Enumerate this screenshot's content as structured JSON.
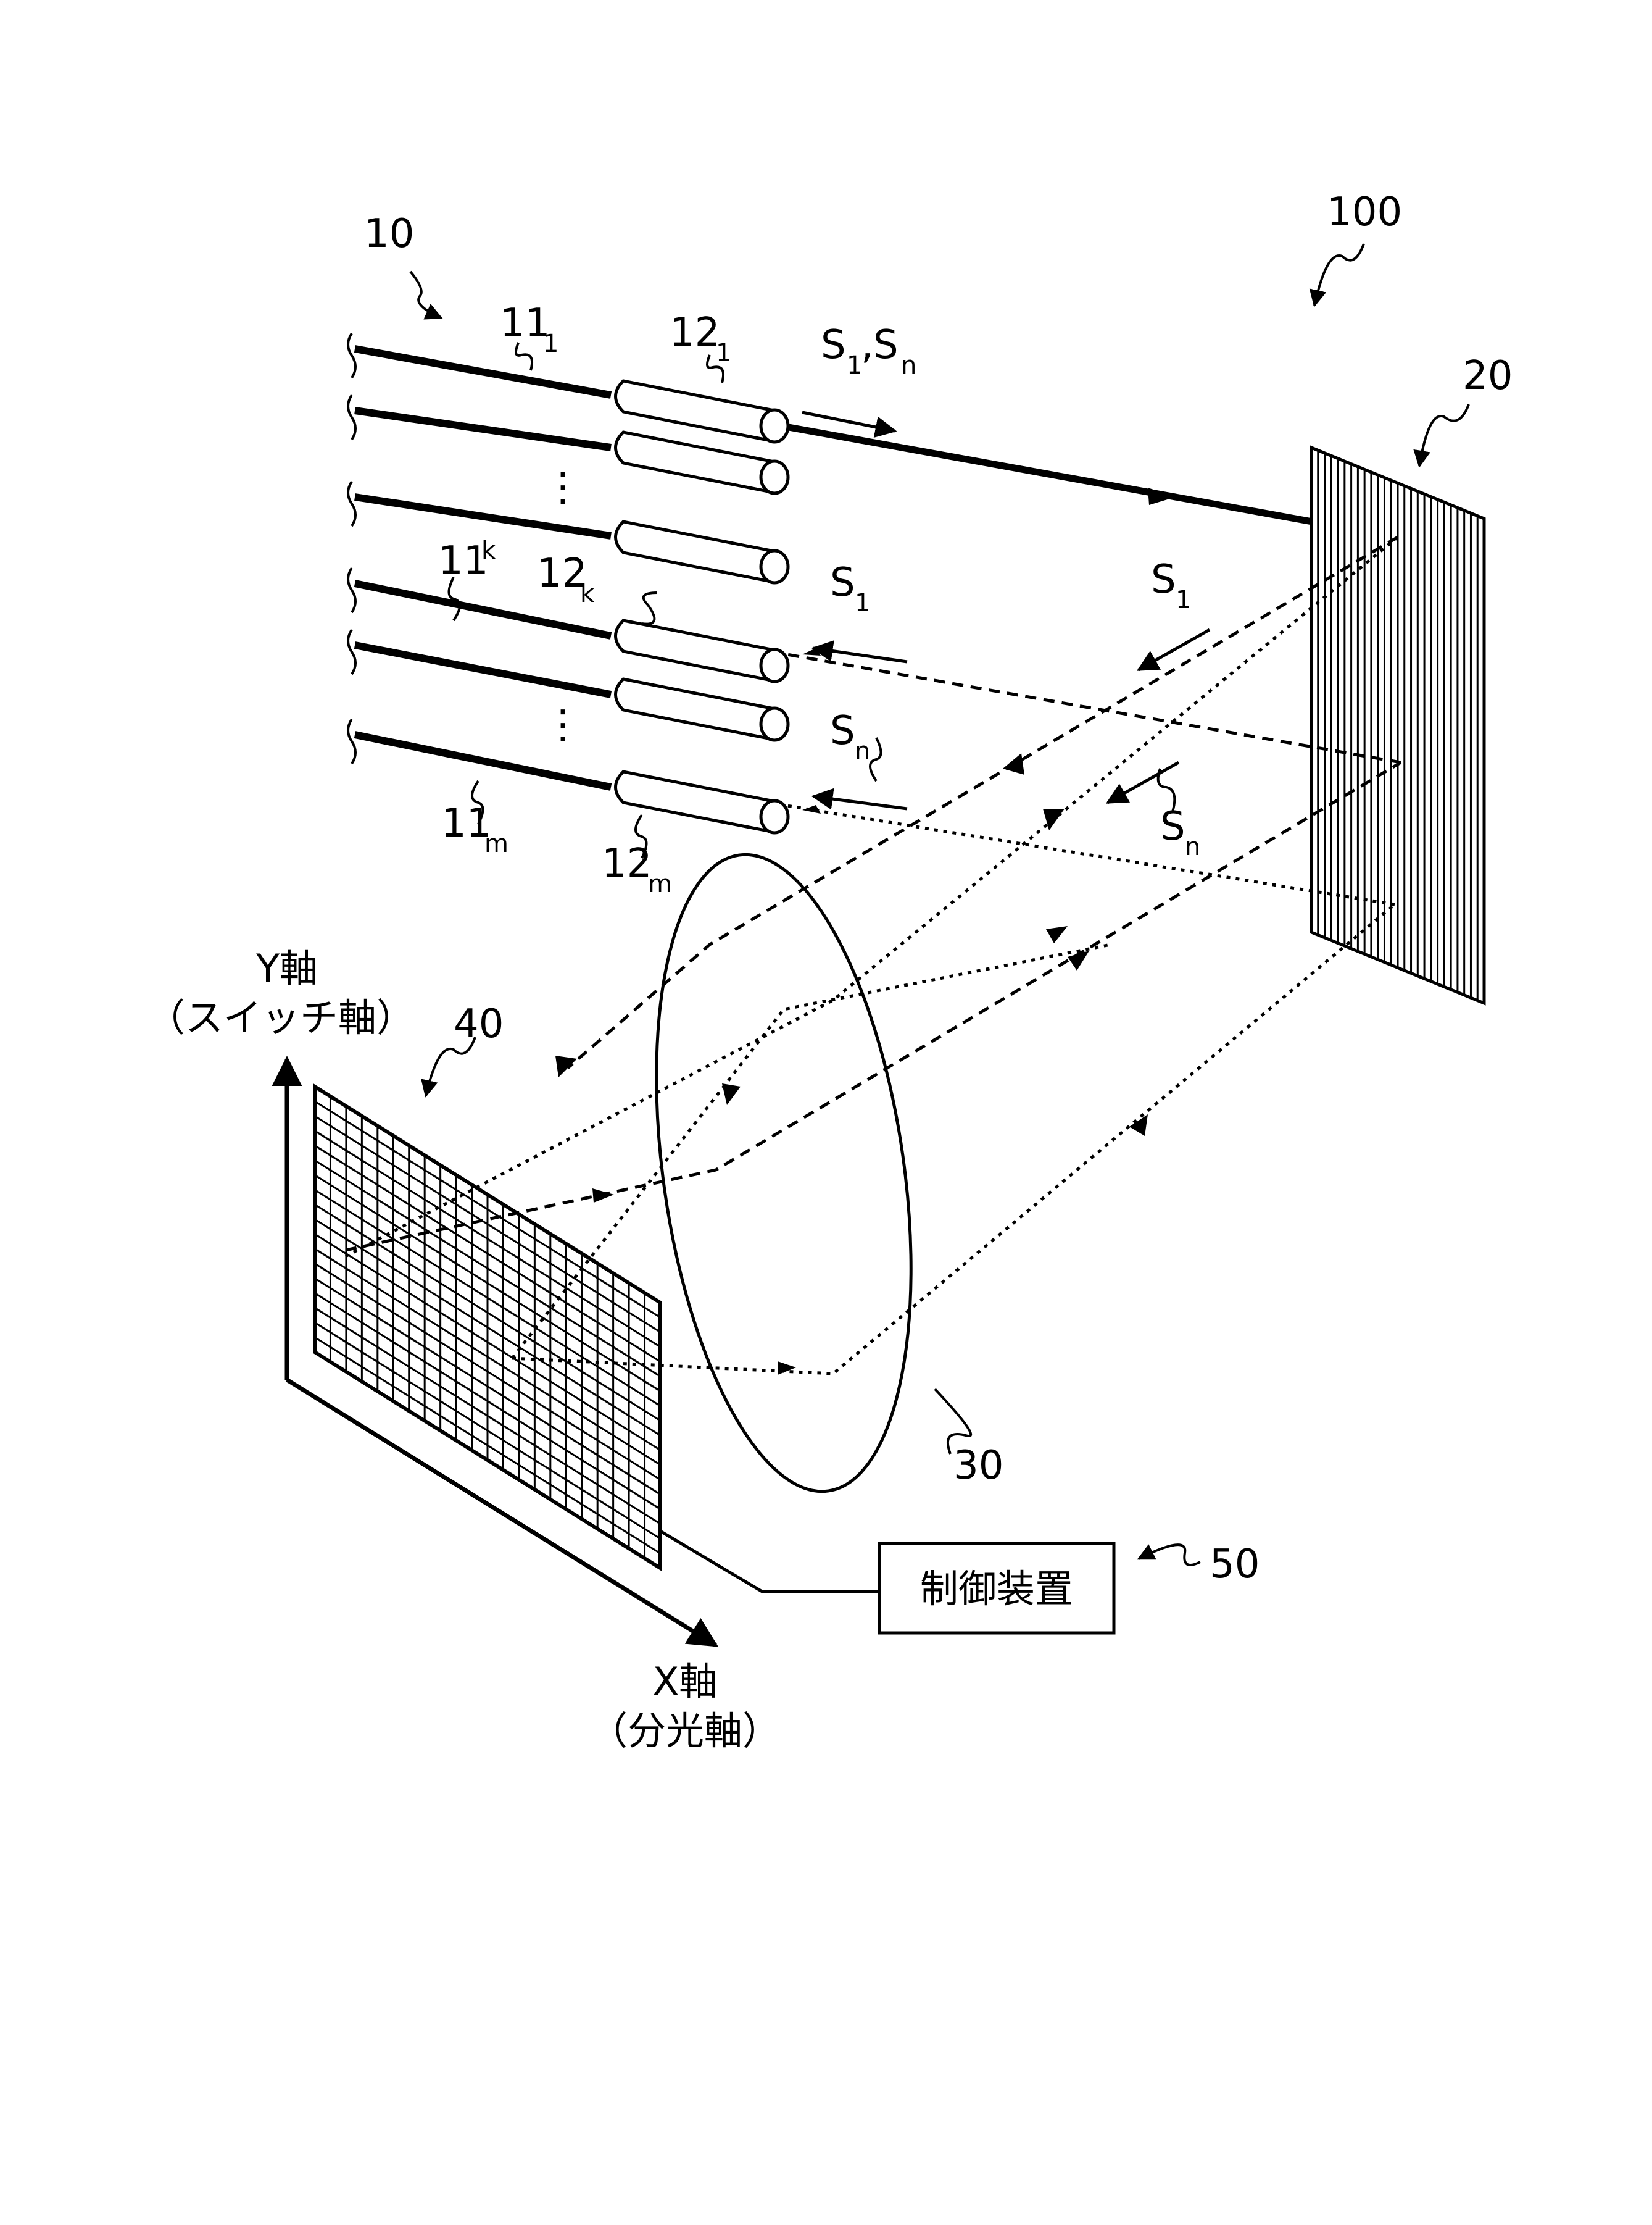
{
  "labels": {
    "device": "100",
    "fiber_array": "10",
    "fiber_first": "11",
    "fiber_first_sub": "1",
    "fiber_k": "11",
    "fiber_k_sub": "k",
    "fiber_m": "11",
    "fiber_m_sub": "m",
    "collimator_first": "12",
    "collimator_first_sub": "1",
    "collimator_k": "12",
    "collimator_k_sub": "k",
    "collimator_m": "12",
    "collimator_m_sub": "m",
    "grating": "20",
    "lens": "30",
    "switch_element": "40",
    "controller_ref": "50",
    "controller_text": "制御装置",
    "ellipsis": "⋮"
  },
  "signals": {
    "s": "S",
    "sub_1": "1",
    "sub_n": "n",
    "comma": ","
  },
  "axes": {
    "y_axis": "Y軸",
    "y_axis_desc": "（スイッチ軸）",
    "x_axis": "X軸",
    "x_axis_desc": "（分光軸）"
  }
}
